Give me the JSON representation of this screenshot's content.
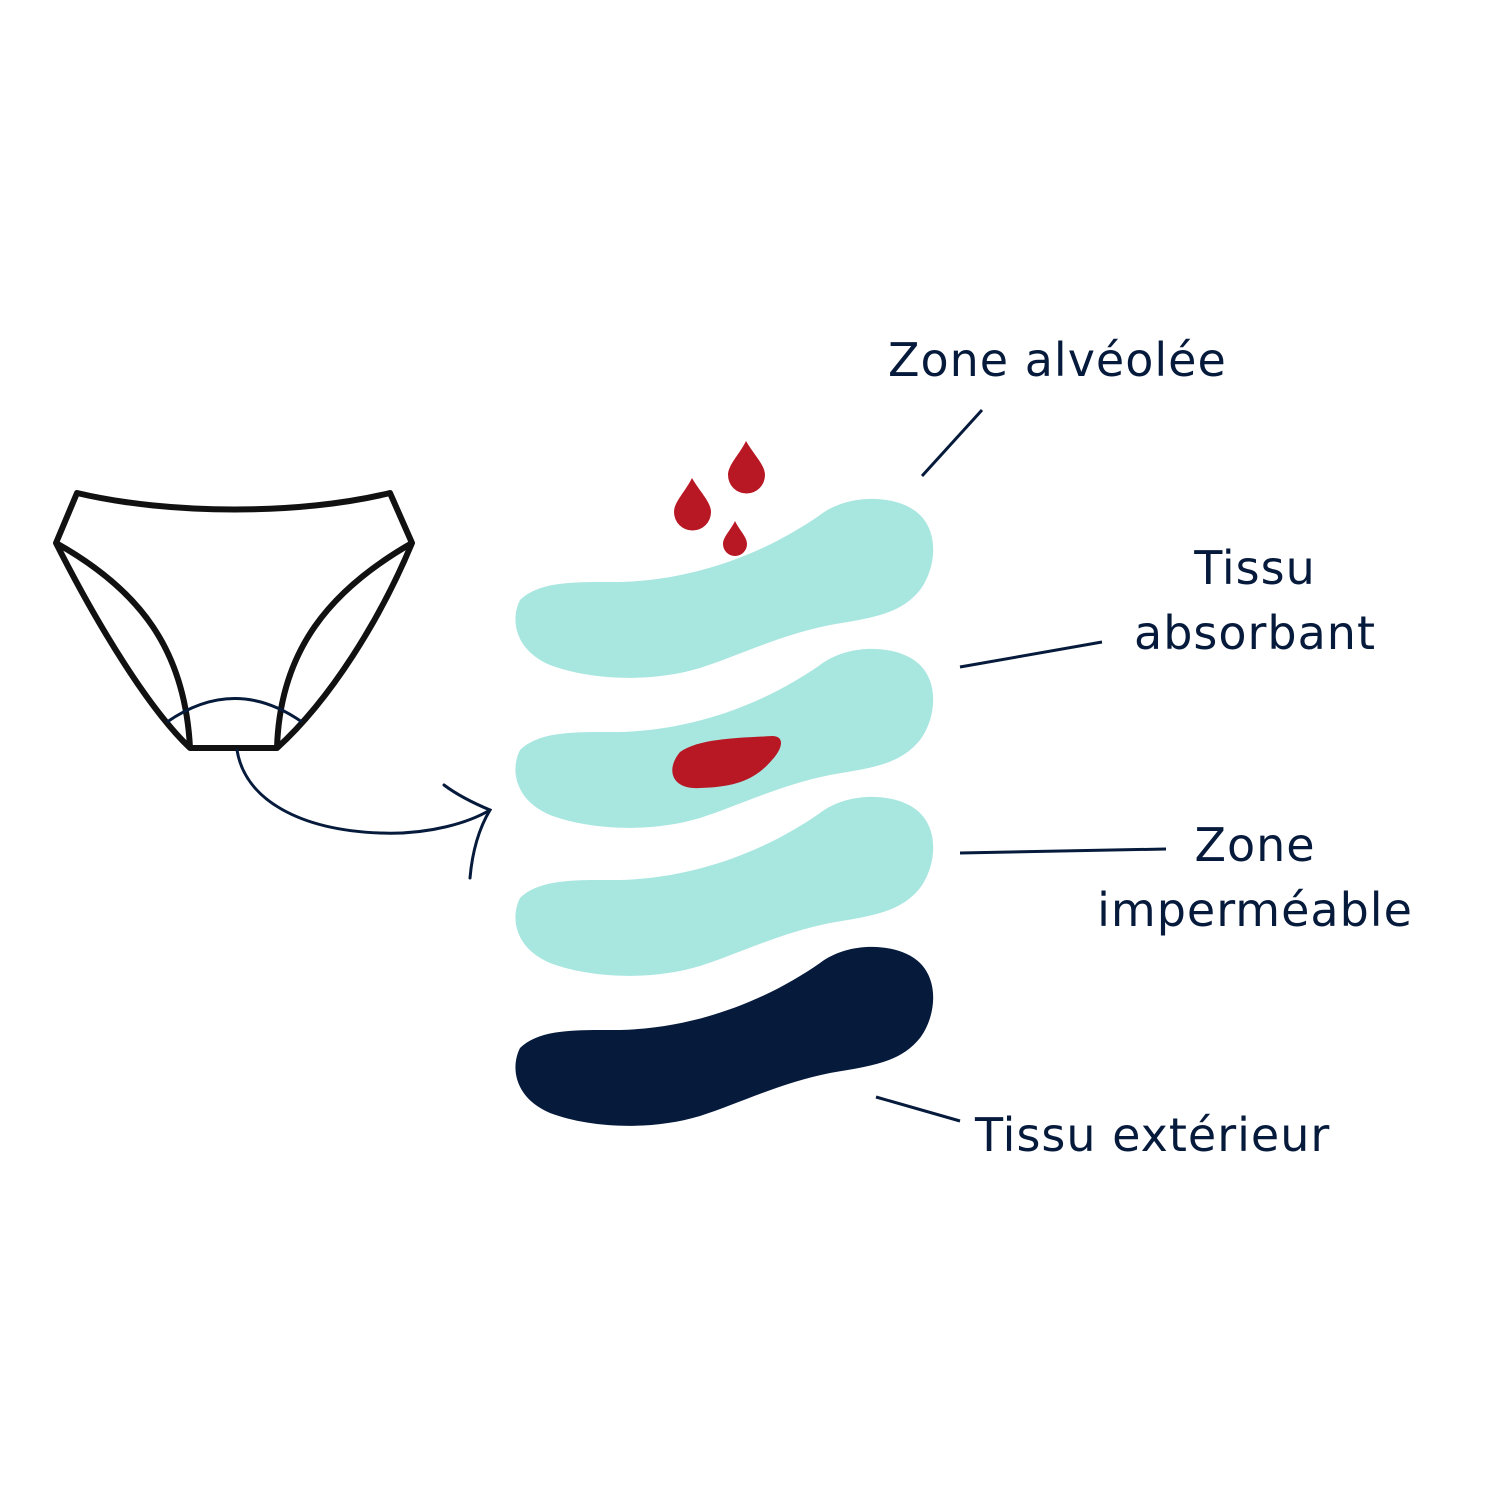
{
  "colors": {
    "layer_light": "#A8E6E0",
    "layer_dark": "#061A3C",
    "blood": "#B81824",
    "text": "#061A3C",
    "outline": "#111111"
  },
  "labels": {
    "zone_alveolee": "Zone alvéolée",
    "tissu_absorbant_1": "Tissu",
    "tissu_absorbant_2": "absorbant",
    "zone_impermeable_1": "Zone",
    "zone_impermeable_2": "imperméable",
    "tissu_exterieur": "Tissu extérieur"
  }
}
